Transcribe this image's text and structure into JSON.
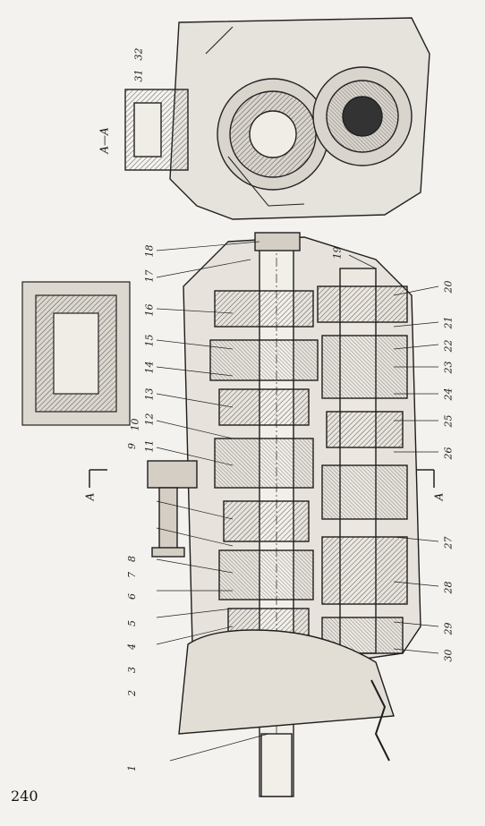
{
  "page_number": "240",
  "section_label": "A—A",
  "section_marks": [
    "A",
    "A"
  ],
  "callouts_top": [
    "32",
    "31"
  ],
  "callouts_left": [
    "18",
    "17",
    "16",
    "15",
    "14",
    "13",
    "12",
    "11",
    "10",
    "9",
    "8",
    "7",
    "6",
    "5",
    "4",
    "3",
    "2",
    "1"
  ],
  "callouts_right": [
    "19",
    "20",
    "21",
    "22",
    "23",
    "24",
    "25",
    "26",
    "27",
    "28",
    "29",
    "30"
  ]
}
